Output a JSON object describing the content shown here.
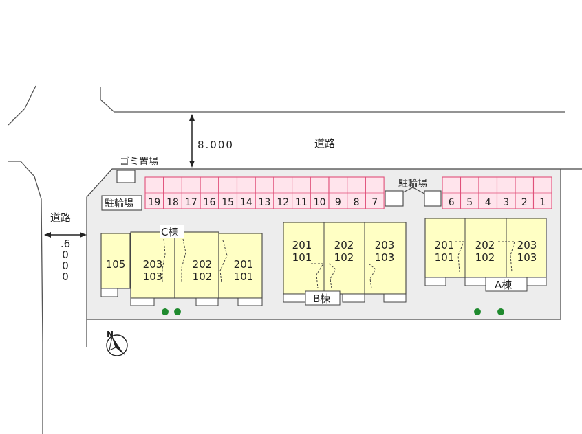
{
  "labels": {
    "road_north": "道路",
    "road_west": "道路",
    "width_north": "8.000",
    "width_west_chars": [
      ".6",
      "0",
      "0",
      "0"
    ],
    "garbage": "ゴミ置場",
    "bike_left": "駐輪場",
    "bike_right": "駐輪場",
    "building_a": "A棟",
    "building_b": "B棟",
    "building_c": "C棟",
    "north": "N"
  },
  "parking_left": [
    "19",
    "18",
    "17",
    "16",
    "15",
    "14",
    "13",
    "12",
    "11",
    "10",
    "9",
    "8",
    "7"
  ],
  "parking_right": [
    "6",
    "5",
    "4",
    "3",
    "2",
    "1"
  ],
  "c_units": [
    {
      "top": "",
      "bottom": "105"
    },
    {
      "top": "203",
      "bottom": "103"
    },
    {
      "top": "202",
      "bottom": "102"
    },
    {
      "top": "201",
      "bottom": "101"
    }
  ],
  "b_units": [
    {
      "top": "201",
      "bottom": "101"
    },
    {
      "top": "202",
      "bottom": "102"
    },
    {
      "top": "203",
      "bottom": "103"
    }
  ],
  "a_units": [
    {
      "top": "201",
      "bottom": "101"
    },
    {
      "top": "202",
      "bottom": "102"
    },
    {
      "top": "203",
      "bottom": "103"
    }
  ],
  "colors": {
    "lot": "#ededed",
    "building": "#ffffc4",
    "parking": "#ffe4ec",
    "parking_stroke": "#e0507a",
    "tree": "#1f8a2e"
  }
}
